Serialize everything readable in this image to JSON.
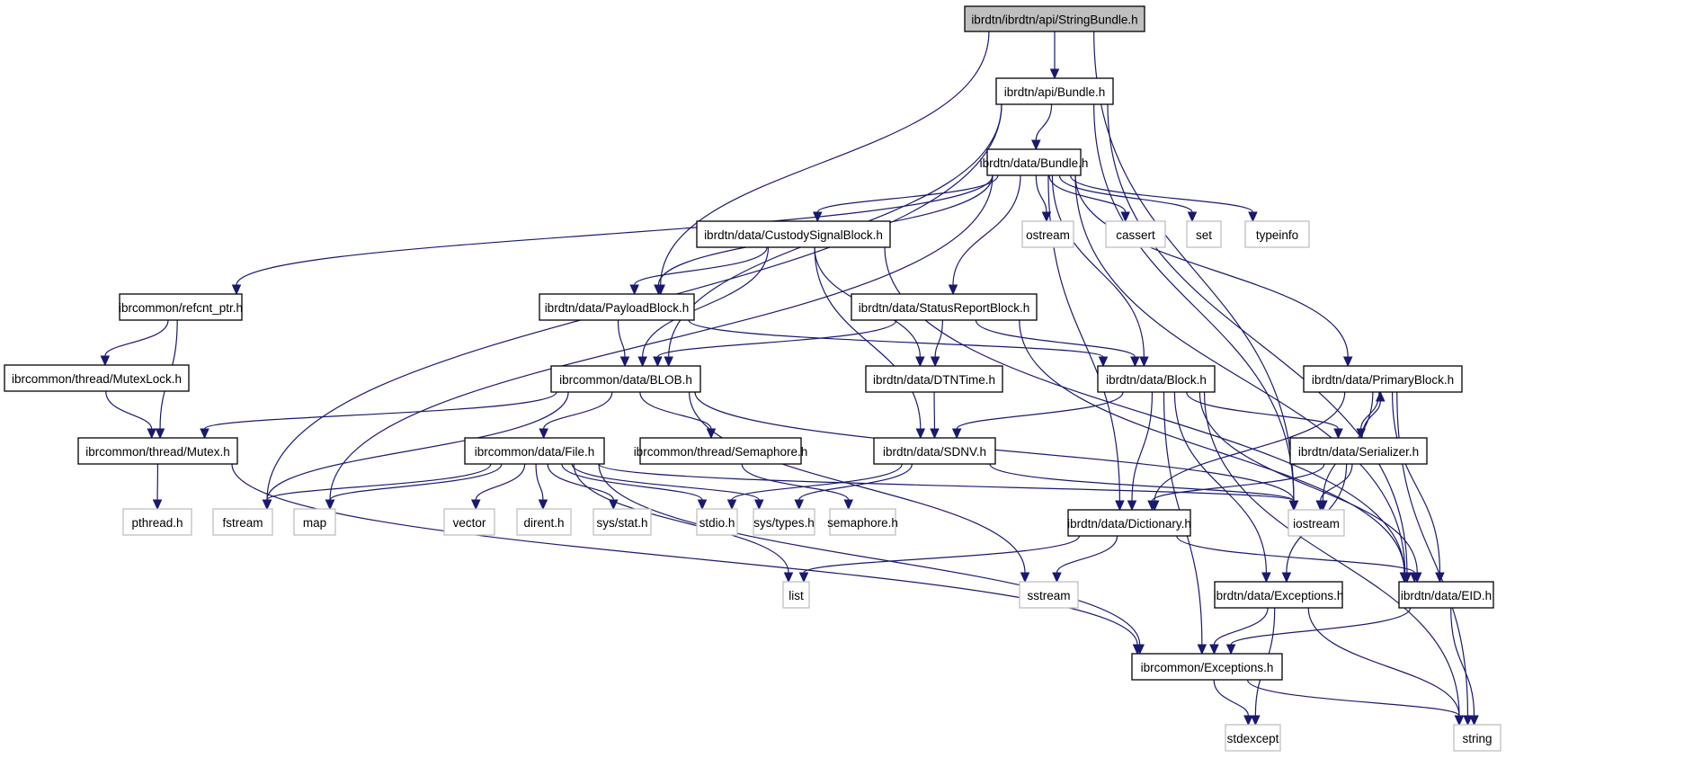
{
  "title": "Include dependency graph for StringBundle.h",
  "colors": {
    "edge": "#191970",
    "main_fill": "#bfbfbf",
    "internal_border": "#000000",
    "external_border": "#bfbfbf"
  },
  "nodes": [
    {
      "id": "stringbundle",
      "label": "ibrdtn/ibrdtn/api/StringBundle.h",
      "kind": "main"
    },
    {
      "id": "api_bundle",
      "label": "ibrdtn/api/Bundle.h",
      "kind": "internal"
    },
    {
      "id": "data_bundle",
      "label": "ibrdtn/data/Bundle.h",
      "kind": "internal"
    },
    {
      "id": "ostream",
      "label": "ostream",
      "kind": "external"
    },
    {
      "id": "cassert",
      "label": "cassert",
      "kind": "external"
    },
    {
      "id": "set",
      "label": "set",
      "kind": "external"
    },
    {
      "id": "typeinfo",
      "label": "typeinfo",
      "kind": "external"
    },
    {
      "id": "custody",
      "label": "ibrdtn/data/CustodySignalBlock.h",
      "kind": "internal"
    },
    {
      "id": "refcnt",
      "label": "ibrcommon/refcnt_ptr.h",
      "kind": "internal"
    },
    {
      "id": "payload",
      "label": "ibrdtn/data/PayloadBlock.h",
      "kind": "internal"
    },
    {
      "id": "statusreport",
      "label": "ibrdtn/data/StatusReportBlock.h",
      "kind": "internal"
    },
    {
      "id": "mutexlock",
      "label": "ibrcommon/thread/MutexLock.h",
      "kind": "internal"
    },
    {
      "id": "blob",
      "label": "ibrcommon/data/BLOB.h",
      "kind": "internal"
    },
    {
      "id": "dtntime",
      "label": "ibrdtn/data/DTNTime.h",
      "kind": "internal"
    },
    {
      "id": "block",
      "label": "ibrdtn/data/Block.h",
      "kind": "internal"
    },
    {
      "id": "primary",
      "label": "ibrdtn/data/PrimaryBlock.h",
      "kind": "internal"
    },
    {
      "id": "mutex",
      "label": "ibrcommon/thread/Mutex.h",
      "kind": "internal"
    },
    {
      "id": "file",
      "label": "ibrcommon/data/File.h",
      "kind": "internal"
    },
    {
      "id": "semaphoreh",
      "label": "ibrcommon/thread/Semaphore.h",
      "kind": "internal"
    },
    {
      "id": "sdnv",
      "label": "ibrdtn/data/SDNV.h",
      "kind": "internal"
    },
    {
      "id": "serializer",
      "label": "ibrdtn/data/Serializer.h",
      "kind": "internal"
    },
    {
      "id": "pthread",
      "label": "pthread.h",
      "kind": "external"
    },
    {
      "id": "fstream",
      "label": "fstream",
      "kind": "external"
    },
    {
      "id": "map",
      "label": "map",
      "kind": "external"
    },
    {
      "id": "vector",
      "label": "vector",
      "kind": "external"
    },
    {
      "id": "dirent",
      "label": "dirent.h",
      "kind": "external"
    },
    {
      "id": "sysstat",
      "label": "sys/stat.h",
      "kind": "external"
    },
    {
      "id": "stdio",
      "label": "stdio.h",
      "kind": "external"
    },
    {
      "id": "systypes",
      "label": "sys/types.h",
      "kind": "external"
    },
    {
      "id": "semaphore",
      "label": "semaphore.h",
      "kind": "external"
    },
    {
      "id": "dictionary",
      "label": "ibrdtn/data/Dictionary.h",
      "kind": "internal"
    },
    {
      "id": "iostream",
      "label": "iostream",
      "kind": "external"
    },
    {
      "id": "list",
      "label": "list",
      "kind": "external"
    },
    {
      "id": "sstream",
      "label": "sstream",
      "kind": "external"
    },
    {
      "id": "dtn_exceptions",
      "label": "ibrdtn/data/Exceptions.h",
      "kind": "internal"
    },
    {
      "id": "eid",
      "label": "ibrdtn/data/EID.h",
      "kind": "internal"
    },
    {
      "id": "common_exceptions",
      "label": "ibrcommon/Exceptions.h",
      "kind": "internal"
    },
    {
      "id": "stdexcept",
      "label": "stdexcept",
      "kind": "external"
    },
    {
      "id": "string",
      "label": "string",
      "kind": "external"
    }
  ],
  "edges": [
    [
      "stringbundle",
      "api_bundle"
    ],
    [
      "stringbundle",
      "payload"
    ],
    [
      "stringbundle",
      "iostream"
    ],
    [
      "api_bundle",
      "data_bundle"
    ],
    [
      "api_bundle",
      "fstream"
    ],
    [
      "api_bundle",
      "blob"
    ],
    [
      "api_bundle",
      "iostream"
    ],
    [
      "api_bundle",
      "eid"
    ],
    [
      "data_bundle",
      "ostream"
    ],
    [
      "data_bundle",
      "cassert"
    ],
    [
      "data_bundle",
      "set"
    ],
    [
      "data_bundle",
      "typeinfo"
    ],
    [
      "data_bundle",
      "custody"
    ],
    [
      "data_bundle",
      "refcnt"
    ],
    [
      "data_bundle",
      "payload"
    ],
    [
      "data_bundle",
      "statusreport"
    ],
    [
      "data_bundle",
      "map"
    ],
    [
      "data_bundle",
      "block"
    ],
    [
      "data_bundle",
      "primary"
    ],
    [
      "data_bundle",
      "dictionary"
    ],
    [
      "data_bundle",
      "eid"
    ],
    [
      "custody",
      "payload"
    ],
    [
      "custody",
      "blob"
    ],
    [
      "custody",
      "dtntime"
    ],
    [
      "custody",
      "sdnv"
    ],
    [
      "custody",
      "eid"
    ],
    [
      "refcnt",
      "mutexlock"
    ],
    [
      "refcnt",
      "mutex"
    ],
    [
      "payload",
      "blob"
    ],
    [
      "payload",
      "block"
    ],
    [
      "statusreport",
      "blob"
    ],
    [
      "statusreport",
      "dtntime"
    ],
    [
      "statusreport",
      "block"
    ],
    [
      "statusreport",
      "eid"
    ],
    [
      "mutexlock",
      "mutex"
    ],
    [
      "blob",
      "mutex"
    ],
    [
      "blob",
      "fstream"
    ],
    [
      "blob",
      "file"
    ],
    [
      "blob",
      "semaphoreh"
    ],
    [
      "blob",
      "iostream"
    ],
    [
      "blob",
      "sstream"
    ],
    [
      "dtntime",
      "sdnv"
    ],
    [
      "block",
      "sdnv"
    ],
    [
      "block",
      "serializer"
    ],
    [
      "block",
      "dictionary"
    ],
    [
      "block",
      "dtn_exceptions"
    ],
    [
      "block",
      "eid"
    ],
    [
      "block",
      "common_exceptions"
    ],
    [
      "block",
      "string"
    ],
    [
      "primary",
      "serializer"
    ],
    [
      "primary",
      "dictionary"
    ],
    [
      "primary",
      "iostream"
    ],
    [
      "primary",
      "eid"
    ],
    [
      "primary",
      "string"
    ],
    [
      "serializer",
      "primary"
    ],
    [
      "serializer",
      "iostream"
    ],
    [
      "serializer",
      "dictionary"
    ],
    [
      "serializer",
      "dtn_exceptions"
    ],
    [
      "mutex",
      "pthread"
    ],
    [
      "mutex",
      "common_exceptions"
    ],
    [
      "file",
      "fstream"
    ],
    [
      "file",
      "map"
    ],
    [
      "file",
      "vector"
    ],
    [
      "file",
      "dirent"
    ],
    [
      "file",
      "sysstat"
    ],
    [
      "file",
      "stdio"
    ],
    [
      "file",
      "systypes"
    ],
    [
      "file",
      "list"
    ],
    [
      "file",
      "iostream"
    ],
    [
      "file",
      "common_exceptions"
    ],
    [
      "semaphoreh",
      "semaphore"
    ],
    [
      "sdnv",
      "stdio"
    ],
    [
      "sdnv",
      "systypes"
    ],
    [
      "sdnv",
      "iostream"
    ],
    [
      "dictionary",
      "list"
    ],
    [
      "dictionary",
      "sstream"
    ],
    [
      "dictionary",
      "eid"
    ],
    [
      "dtn_exceptions",
      "common_exceptions"
    ],
    [
      "dtn_exceptions",
      "stdexcept"
    ],
    [
      "dtn_exceptions",
      "string"
    ],
    [
      "eid",
      "common_exceptions"
    ],
    [
      "eid",
      "string"
    ],
    [
      "common_exceptions",
      "stdexcept"
    ],
    [
      "common_exceptions",
      "string"
    ]
  ]
}
